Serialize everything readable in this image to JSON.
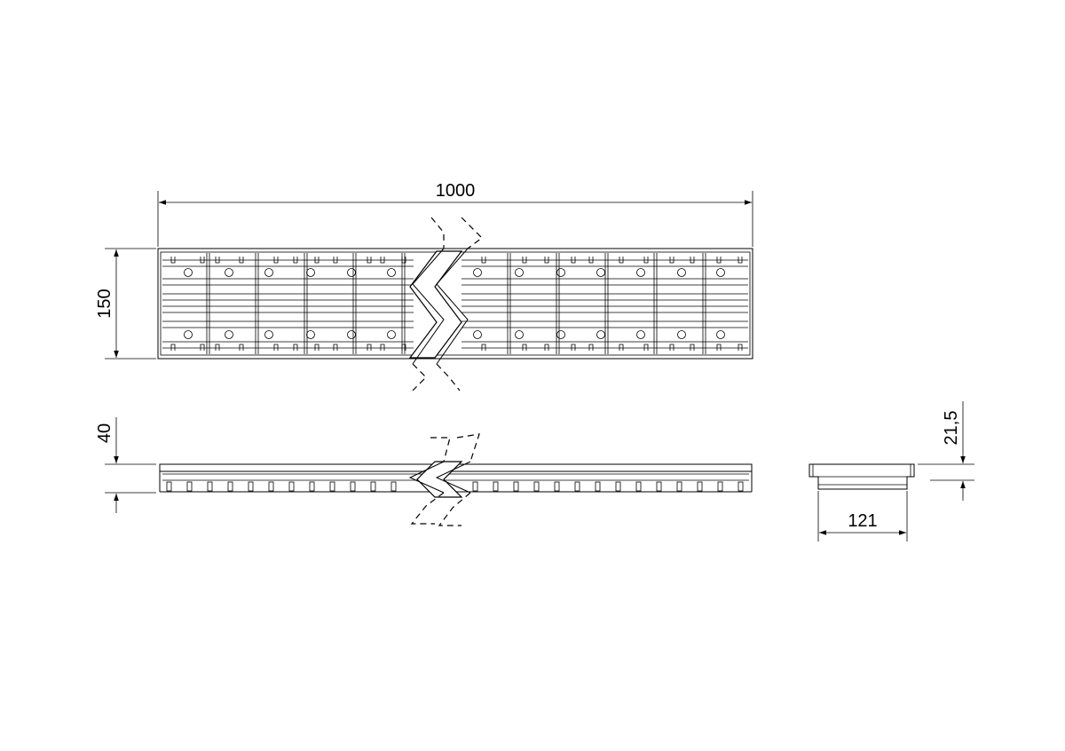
{
  "dimensions": {
    "length": "1000",
    "width": "150",
    "height": "40",
    "profile_width": "121",
    "profile_height": "21,5"
  },
  "colors": {
    "line": "#000000",
    "background": "#ffffff"
  }
}
